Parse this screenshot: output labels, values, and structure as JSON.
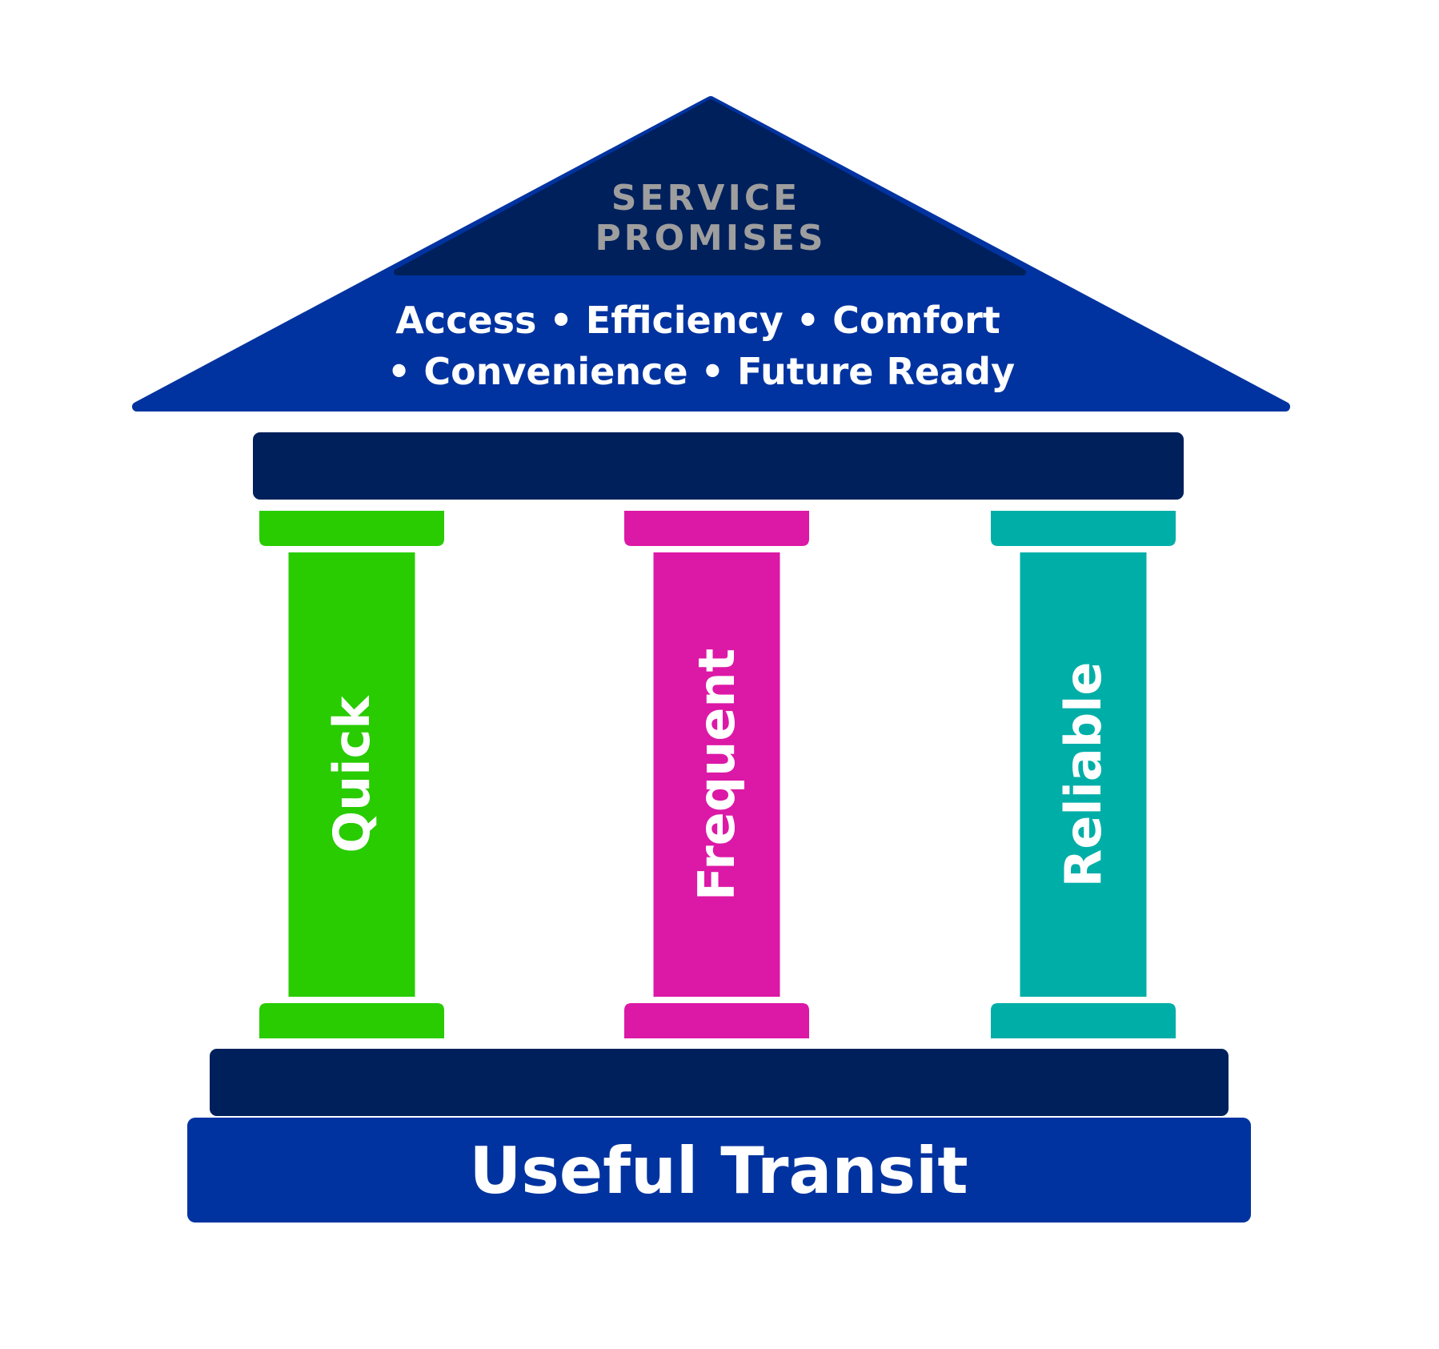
{
  "colors": {
    "navy": "#00205c",
    "royal_blue": "#0033a0",
    "title_gray": "#9e9e9e",
    "text_white": "#ffffff",
    "pillar_green": "#28cc00",
    "pillar_magenta": "#dc18a6",
    "pillar_teal": "#00aea8",
    "background": "#ffffff"
  },
  "roof": {
    "title_line1": "SERVICE",
    "title_line2": "PROMISES",
    "promises_line1": "Access • Efficiency • Comfort",
    "promises_line2": "• Convenience • Future Ready"
  },
  "pillars": [
    {
      "label": "Quick",
      "color_key": "pillar_green"
    },
    {
      "label": "Frequent",
      "color_key": "pillar_magenta"
    },
    {
      "label": "Reliable",
      "color_key": "pillar_teal"
    }
  ],
  "foundation": {
    "label": "Useful Transit"
  }
}
